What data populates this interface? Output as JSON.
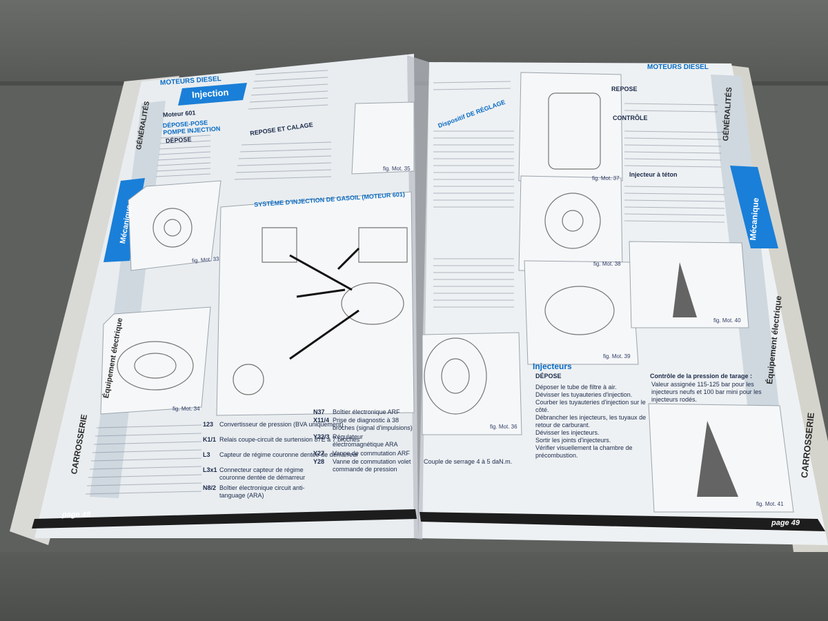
{
  "header_left": "MOTEURS DIESEL",
  "header_right": "MOTEURS DIESEL",
  "section_title": "Injection",
  "engine": "Moteur 601",
  "left_heading": "DÉPOSE-POSE POMPE INJECTION",
  "depose": "DÉPOSE",
  "repose_calage": "REPOSE ET CALAGE",
  "diagram_title": "SYSTÈME D'INJECTION DE GASOIL (MOTEUR 601)",
  "dispositif": "Dispositif DE RÉGLAGE",
  "repose": "REPOSE",
  "controle": "CONTRÔLE",
  "injecteur_teton": "Injecteur à téton",
  "injecteurs": "Injecteurs",
  "depose2": "DÉPOSE",
  "tabs_left": [
    "GÉNÉRALITÉS",
    "Mécanique",
    "Équipement électrique",
    "CARROSSERIE"
  ],
  "tabs_right": [
    "GÉNÉRALITÉS",
    "Mécanique",
    "Équipement électrique",
    "CARROSSERIE"
  ],
  "page_left": "page 48",
  "page_right": "page 49",
  "figures": [
    "fig. Mot. 33",
    "fig. Mot. 34",
    "fig. Mot. 35",
    "fig. Mot. 36",
    "fig. Mot. 37",
    "fig. Mot. 38",
    "fig. Mot. 39",
    "fig. Mot. 40",
    "fig. Mot. 41"
  ],
  "legend": [
    {
      "code": "N37",
      "text": "Boîtier électronique ARF"
    },
    {
      "code": "X11/4",
      "text": "Prise de diagnostic à 38 broches (signal d'impulsions)"
    },
    {
      "code": "Y22/3",
      "text": "Régulateur électromagnétique ARA"
    },
    {
      "code": "Y27",
      "text": "Vanne de commutation ARF"
    },
    {
      "code": "Y28",
      "text": "Vanne de commutation volet commande de pression"
    },
    {
      "code": "123",
      "text": "Convertisseur de pression (BVA uniquement)"
    },
    {
      "code": "K1/1",
      "text": "Relais coupe-circuit de surtension 87E à 7 broches"
    },
    {
      "code": "L3",
      "text": "Capteur de régime couronne dentée de démarreur"
    },
    {
      "code": "L3x1",
      "text": "Connecteur capteur de régime couronne dentée de démarreur"
    },
    {
      "code": "N8/2",
      "text": "Boîtier électronique circuit anti-tanguage (ARA)"
    }
  ],
  "bullets_right": [
    "Déposer le tube de filtre à air.",
    "Dévisser les tuyauteries d'injection.",
    "Courber les tuyauteries d'injection sur le côté.",
    "Débrancher les injecteurs, les tuyaux de retour de carburant.",
    "Dévisser les injecteurs.",
    "Sortir les joints d'injecteurs.",
    "Vérifier visuellement la chambre de précombustion."
  ],
  "pression": "Contrôle de la pression de tarage :",
  "pression_val": "Valeur assignée 115-125 bar pour les injecteurs neufs et 100 bar mini pour les injecteurs rodés.",
  "couple": "Couple de serrage 4 à 5 daN.m.",
  "colors": {
    "accent": "#0a6cc4",
    "page_bg": "#e8ecef",
    "bar": "#1d1d1d"
  }
}
